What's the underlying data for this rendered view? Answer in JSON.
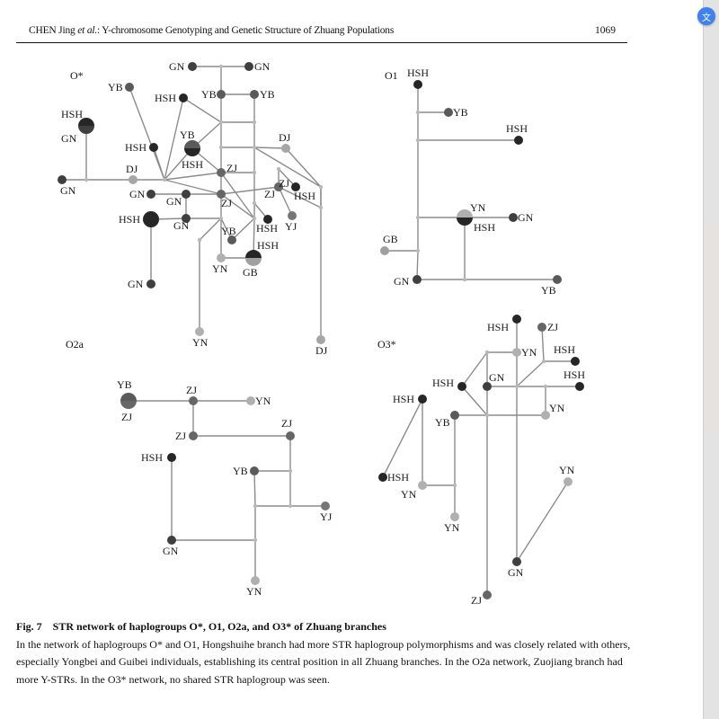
{
  "header": {
    "authors": "CHEN Jing",
    "et_al": "et al.",
    "title_rest": ": Y-chromosome Genotyping and Genetic Structure of Zhuang Populations",
    "page_number": "1069"
  },
  "toolbar": {
    "fab_icon": "translate-icon"
  },
  "colors": {
    "HSH": "#262626",
    "GN": "#3f3f3f",
    "YB": "#5a5a5a",
    "ZJ": "#666666",
    "YJ": "#777777",
    "DJ": "#a6a6a6",
    "YN": "#b0b0b0",
    "GB": "#a0a0a0",
    "median": "#b8b8b8",
    "edge": "#8c8c8c"
  },
  "networks": [
    {
      "name": "O*",
      "nodes": [
        {
          "id": "a1",
          "pop": "HSH",
          "pop2": "GN",
          "label": "HSH",
          "label2": "GN",
          "big": true
        },
        {
          "id": "a2",
          "pop": "GN",
          "label": "GN"
        },
        {
          "id": "a3",
          "pop": "DJ",
          "label": "DJ"
        },
        {
          "id": "a4",
          "pop": "YB",
          "label": "YB"
        },
        {
          "id": "a5",
          "pop": "HSH",
          "label": "HSH"
        },
        {
          "id": "a6",
          "pop": "HSH",
          "label": "HSH"
        },
        {
          "id": "a7",
          "pop": "YB",
          "pop2": "HSH",
          "label": "YB",
          "label2": "HSH",
          "big": true
        },
        {
          "id": "a8",
          "pop": "GN",
          "label": "GN"
        },
        {
          "id": "a9",
          "pop": "GN",
          "label": "GN"
        },
        {
          "id": "a10",
          "pop": "YB",
          "label": "YB"
        },
        {
          "id": "a11",
          "pop": "YB",
          "label": "YB"
        },
        {
          "id": "a12",
          "pop": "ZJ",
          "label": "ZJ"
        },
        {
          "id": "a13",
          "pop": "DJ",
          "label": "DJ"
        },
        {
          "id": "a14",
          "pop": "ZJ",
          "label": "ZJ"
        },
        {
          "id": "a15",
          "pop": "ZJ",
          "label": "ZJ"
        },
        {
          "id": "a16",
          "pop": "GN",
          "label": "GN"
        },
        {
          "id": "a17",
          "pop": "GN",
          "label": "GN"
        },
        {
          "id": "a18",
          "pop": "GN",
          "label": "GN"
        },
        {
          "id": "a19",
          "pop": "HSH",
          "label": "HSH",
          "big": true
        },
        {
          "id": "a20",
          "pop": "GN",
          "label": "GN"
        },
        {
          "id": "a21",
          "pop": "ZJ",
          "label": "ZJ"
        },
        {
          "id": "a22",
          "pop": "HSH",
          "label": "HSH"
        },
        {
          "id": "a23",
          "pop": "YJ",
          "label": "YJ"
        },
        {
          "id": "a24",
          "pop": "HSH",
          "label": "HSH"
        },
        {
          "id": "a25",
          "pop": "YB",
          "label": "YB"
        },
        {
          "id": "a26",
          "pop": "YN",
          "label": "YN"
        },
        {
          "id": "a27",
          "pop": "HSH",
          "pop2": "GB",
          "label": "HSH",
          "label2": "GB",
          "big": true
        },
        {
          "id": "a28",
          "pop": "YN",
          "label": "YN"
        },
        {
          "id": "a29",
          "pop": "DJ",
          "label": "DJ"
        }
      ]
    },
    {
      "name": "O1",
      "nodes": [
        {
          "id": "b1",
          "pop": "HSH",
          "label": "HSH"
        },
        {
          "id": "b2",
          "pop": "YB",
          "label": "YB"
        },
        {
          "id": "b3",
          "pop": "HSH",
          "label": "HSH"
        },
        {
          "id": "b4",
          "pop": "YN",
          "pop2": "HSH",
          "label": "YN",
          "label2": "HSH",
          "big": true
        },
        {
          "id": "b5",
          "pop": "GN",
          "label": "GN"
        },
        {
          "id": "b6",
          "pop": "GB",
          "label": "GB"
        },
        {
          "id": "b7",
          "pop": "GN",
          "label": "GN"
        },
        {
          "id": "b8",
          "pop": "YB",
          "label": "YB"
        }
      ]
    },
    {
      "name": "O2a",
      "nodes": [
        {
          "id": "c1",
          "pop": "YB",
          "pop2": "ZJ",
          "label": "YB",
          "label2": "ZJ",
          "big": true
        },
        {
          "id": "c2",
          "pop": "ZJ",
          "label": "ZJ"
        },
        {
          "id": "c3",
          "pop": "YN",
          "label": "YN"
        },
        {
          "id": "c4",
          "pop": "ZJ",
          "label": "ZJ"
        },
        {
          "id": "c5",
          "pop": "ZJ",
          "label": "ZJ"
        },
        {
          "id": "c6",
          "pop": "HSH",
          "label": "HSH"
        },
        {
          "id": "c7",
          "pop": "YB",
          "label": "YB"
        },
        {
          "id": "c8",
          "pop": "YJ",
          "label": "YJ"
        },
        {
          "id": "c9",
          "pop": "GN",
          "label": "GN"
        },
        {
          "id": "c10",
          "pop": "YN",
          "label": "YN"
        }
      ]
    },
    {
      "name": "O3*",
      "nodes": [
        {
          "id": "d1",
          "pop": "HSH",
          "label": "HSH"
        },
        {
          "id": "d2",
          "pop": "ZJ",
          "label": "ZJ"
        },
        {
          "id": "d3",
          "pop": "YN",
          "label": "YN"
        },
        {
          "id": "d4",
          "pop": "HSH",
          "label": "HSH"
        },
        {
          "id": "d5",
          "pop": "HSH",
          "label": "HSH"
        },
        {
          "id": "d6",
          "pop": "GN",
          "label": "GN"
        },
        {
          "id": "d7",
          "pop": "HSH",
          "label": "HSH"
        },
        {
          "id": "d8",
          "pop": "HSH",
          "label": "HSH"
        },
        {
          "id": "d9",
          "pop": "YN",
          "label": "YN"
        },
        {
          "id": "d10",
          "pop": "YB",
          "label": "YB"
        },
        {
          "id": "d11",
          "pop": "HSH",
          "label": "HSH"
        },
        {
          "id": "d12",
          "pop": "YN",
          "label": "YN"
        },
        {
          "id": "d13",
          "pop": "YN",
          "label": "YN"
        },
        {
          "id": "d14",
          "pop": "YN",
          "label": "YN"
        },
        {
          "id": "d15",
          "pop": "GN",
          "label": "GN"
        },
        {
          "id": "d16",
          "pop": "ZJ",
          "label": "ZJ"
        }
      ]
    }
  ],
  "caption": {
    "fig_number": "Fig. 7",
    "title": "STR network of haplogroups O*, O1, O2a, and O3* of Zhuang branches",
    "body": "In the network of haplogroups O* and O1, Hongshuihe branch had more STR haplogroup polymorphisms and was closely related with others, especially Yongbei and Guibei individuals, establishing its central position in all Zhuang branches. In the O2a network, Zuojiang branch had more Y-STRs. In the O3* network, no shared STR haplogroup was seen."
  }
}
